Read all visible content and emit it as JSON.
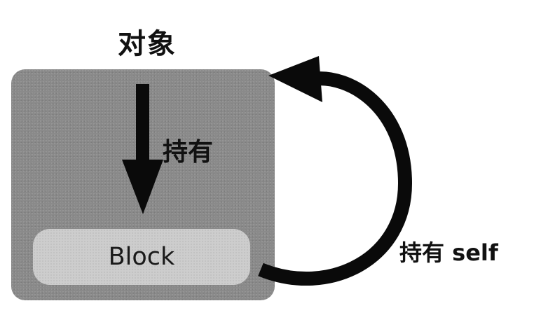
{
  "diagram": {
    "object_label": "对象",
    "block_label": "Block",
    "hold_label": "持有",
    "hold_self_label": "持有 self"
  },
  "colors": {
    "object_fill": "#8a8a8a",
    "block_fill": "#cdcdcd",
    "arrow": "#0a0a0a",
    "text": "#111111"
  }
}
